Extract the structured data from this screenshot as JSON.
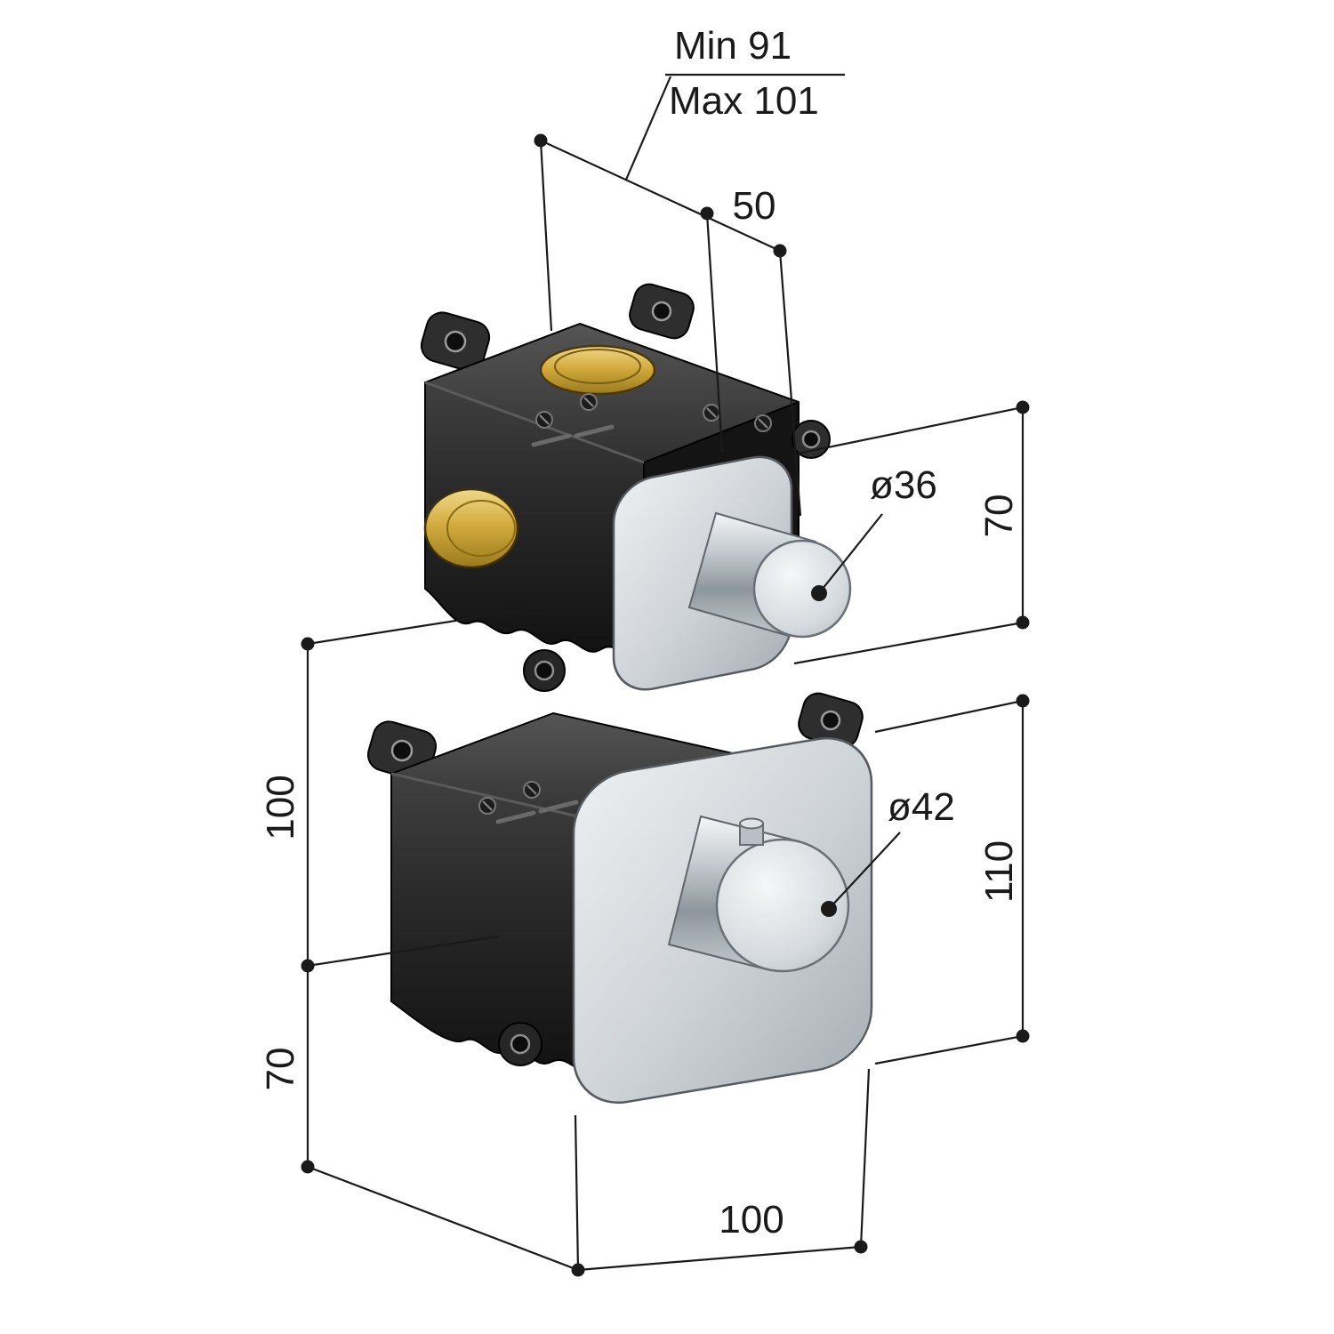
{
  "dimensions": {
    "depth_min": "Min 91",
    "depth_max": "Max 101",
    "knob_projection": "50",
    "upper_knob_diameter": "ø36",
    "upper_plate_height": "70",
    "body_upper_height": "100",
    "body_lower_height": "70",
    "lower_knob_diameter": "ø42",
    "lower_plate_height": "110",
    "plate_width": "100"
  },
  "colors": {
    "line": "#1a1a1a",
    "brass": "#c39b2d",
    "housing": "#232323",
    "plate": "#c9ced3",
    "knob": "#d9dde0",
    "background": "#ffffff"
  }
}
